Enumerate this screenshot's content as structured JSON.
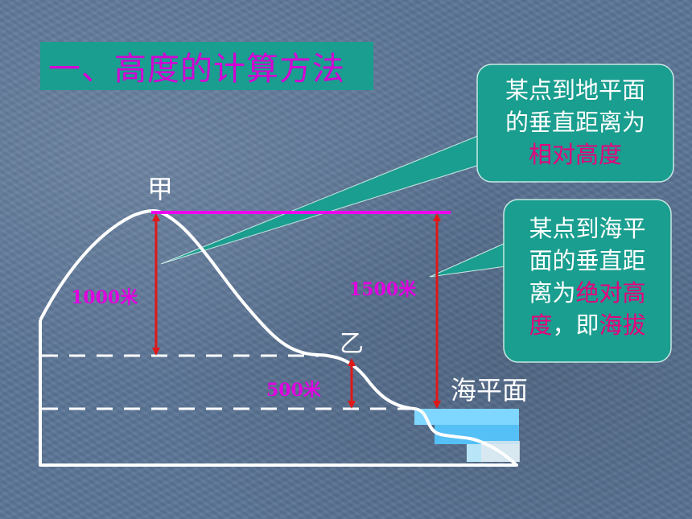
{
  "title": "一、高度的计算方法",
  "callout_relative": {
    "line1": "某点到地平面",
    "line2": "的垂直距离为",
    "highlight": "相对高度"
  },
  "callout_absolute": {
    "line1": "某点到海平",
    "line2": "面的垂直距",
    "line3_prefix": "离为",
    "line3_highlight": "绝对高",
    "line4_highlight1": "度",
    "line4_mid": "，即",
    "line4_highlight2": "海拔"
  },
  "point_a": "甲",
  "point_b": "乙",
  "sea_level": "海平面",
  "height_1000": "1000米",
  "height_1500": "1500米",
  "height_500": "500米",
  "colors": {
    "background": "#5b7596",
    "title_bg": "#1a9e8f",
    "title_text": "#d400d4",
    "callout_bg": "#1a9e8f",
    "highlight": "#e6007e",
    "arrow": "#e01818",
    "magenta_line": "#ee00ee",
    "water": "#66ccff"
  }
}
